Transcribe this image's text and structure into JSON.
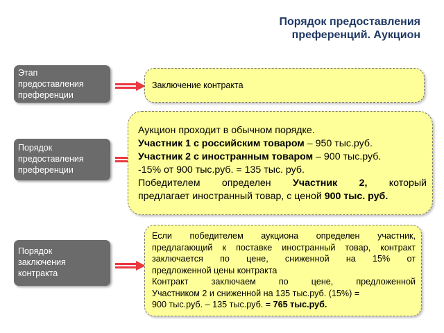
{
  "title": {
    "line1": "Порядок предоставления",
    "line2": "преференций. Аукцион"
  },
  "labels": [
    {
      "line1": "Этап",
      "line2": "предоставления",
      "line3": "преференции"
    },
    {
      "line1": "Порядок",
      "line2": "предоставления",
      "line3": "преференции"
    },
    {
      "line1": "Порядок",
      "line2": "заключения",
      "line3": "контракта"
    }
  ],
  "box1": {
    "text": "Заключение контракта"
  },
  "box2": {
    "l1": "Аукцион проходит в обычном порядке.",
    "l2_b": "Участник 1 с российским товаром",
    "l2_t": " – 950 тыс.руб.",
    "l3_b": "Участник 2 с иностранным товаром",
    "l3_t": " – 900 тыс.руб.",
    "l4": "-15% от 900 тыс.руб. = 135 тыс. руб.",
    "l5_t": "Победителем определен ",
    "l5_b": "Участник 2,",
    "l5_t2": " который",
    "l6_t": "предлагает иностранный товар, с ценой ",
    "l6_b": "900 тыс. руб."
  },
  "box3": {
    "l1": "Если победителем аукциона определен участник,",
    "l2": "предлагающий к поставке иностранный товар, контракт",
    "l3": "заключается по цене, сниженной на 15% от",
    "l4": "предложенной цены контракта",
    "l5": "Контракт заключаем по цене, предложенной",
    "l6": "Участником 2 и сниженной на 135 тыс.руб. (15%) =",
    "l7_t": "900 тыс.руб. – 135 тыс.руб. = ",
    "l7_b": "765 тыс.руб."
  },
  "colors": {
    "box_fill": "#ffff99",
    "label_fill": "#6b6b6b",
    "arrow": "#e8393f",
    "title": "#1f3864"
  }
}
